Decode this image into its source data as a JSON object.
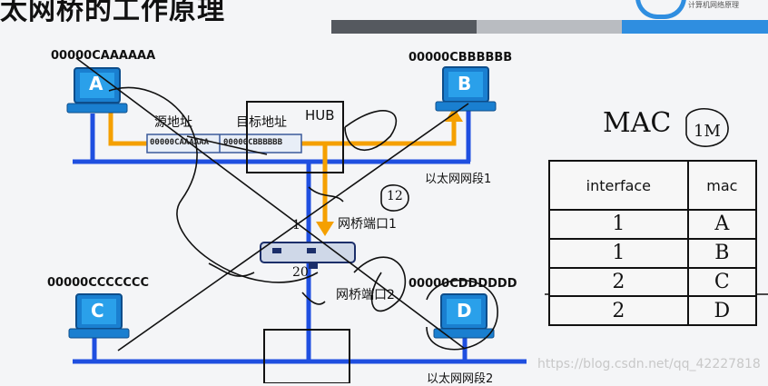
{
  "title": "太网桥的工作原理",
  "hosts": {
    "a": {
      "mac": "00000CAAAAAA",
      "letter": "A"
    },
    "b": {
      "mac": "00000CBBBBBB",
      "letter": "B"
    },
    "c": {
      "mac": "00000CCCCCCC",
      "letter": "C"
    },
    "d": {
      "mac": "00000CDDDDDD",
      "letter": "D"
    }
  },
  "frame": {
    "src_label": "源地址",
    "dst_label": "目标地址",
    "src_value": "00000CAAAAAA",
    "dst_value": "00000CBBBBBB"
  },
  "hub": {
    "label": "HUB"
  },
  "segments": {
    "seg1": "以太网网段1",
    "seg2": "以太网网段2"
  },
  "bridge": {
    "port1": "网桥端口1",
    "port2": "网桥端口2"
  },
  "handwriting": {
    "mac_heading": "MAC",
    "circled_note": "1M",
    "port_note": "12",
    "port_one": "1",
    "port_two": "20"
  },
  "mac_table": {
    "headers": [
      "interface",
      "mac"
    ],
    "rows": [
      {
        "interface": "1",
        "mac": "A"
      },
      {
        "interface": "1",
        "mac": "B"
      },
      {
        "interface": "2",
        "mac": "C"
      },
      {
        "interface": "2",
        "mac": "D"
      }
    ]
  },
  "watermark": "https://blog.csdn.net/qq_42227818",
  "logo_caption": "计算机网络原理",
  "colors": {
    "ethernet": "#1f4fe0",
    "frame_arrow": "#f5a000",
    "accent_blue": "#2f8ee0"
  }
}
